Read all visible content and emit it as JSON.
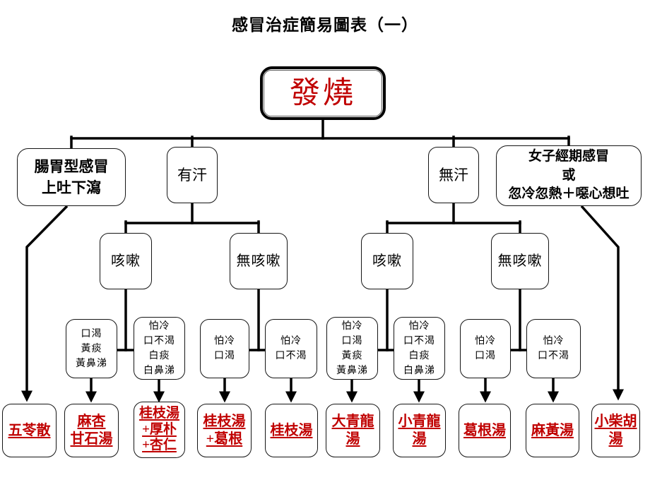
{
  "title": "感冒治症簡易圖表（一）",
  "colors": {
    "accent_red": "#c00000",
    "line": "#000000",
    "background": "#ffffff"
  },
  "nodes": {
    "root": {
      "label": "發燒"
    },
    "gi_cold": {
      "lines": [
        "腸胃型感冒",
        "上吐下瀉"
      ]
    },
    "has_sweat": {
      "lines": [
        "有汗"
      ]
    },
    "no_sweat": {
      "lines": [
        "無汗"
      ]
    },
    "menstrual_cold": {
      "lines": [
        "女子經期感冒",
        "或",
        "忽冷忽熱＋噁心想吐"
      ]
    },
    "cough": [
      {
        "lines": [
          "咳嗽"
        ]
      },
      {
        "lines": [
          "無咳嗽"
        ]
      },
      {
        "lines": [
          "咳嗽"
        ]
      },
      {
        "lines": [
          "無咳嗽"
        ]
      }
    ],
    "symptoms": [
      {
        "lines": [
          "口渴",
          "黃痰",
          "黃鼻涕"
        ]
      },
      {
        "lines": [
          "怕冷",
          "口不渴",
          "白痰",
          "白鼻涕"
        ]
      },
      {
        "lines": [
          "怕冷",
          "口渴"
        ]
      },
      {
        "lines": [
          "怕冷",
          "口不渴"
        ]
      },
      {
        "lines": [
          "怕冷",
          "口渴",
          "黃痰",
          "黃鼻涕"
        ]
      },
      {
        "lines": [
          "怕冷",
          "口不渴",
          "白痰",
          "白鼻涕"
        ]
      },
      {
        "lines": [
          "怕冷",
          "口渴"
        ]
      },
      {
        "lines": [
          "怕冷",
          "口不渴"
        ]
      }
    ],
    "treatments": [
      {
        "lines": [
          "五苓散"
        ]
      },
      {
        "lines": [
          "麻杏",
          "甘石湯"
        ]
      },
      {
        "lines": [
          "桂枝湯",
          "+厚朴",
          "+杏仁"
        ]
      },
      {
        "lines": [
          "桂枝湯",
          "+葛根"
        ]
      },
      {
        "lines": [
          "桂枝湯"
        ]
      },
      {
        "lines": [
          "大青龍",
          "湯"
        ]
      },
      {
        "lines": [
          "小青龍",
          "湯"
        ]
      },
      {
        "lines": [
          "葛根湯"
        ]
      },
      {
        "lines": [
          "麻黃湯"
        ]
      },
      {
        "lines": [
          "小柴胡",
          "湯"
        ]
      }
    ]
  }
}
